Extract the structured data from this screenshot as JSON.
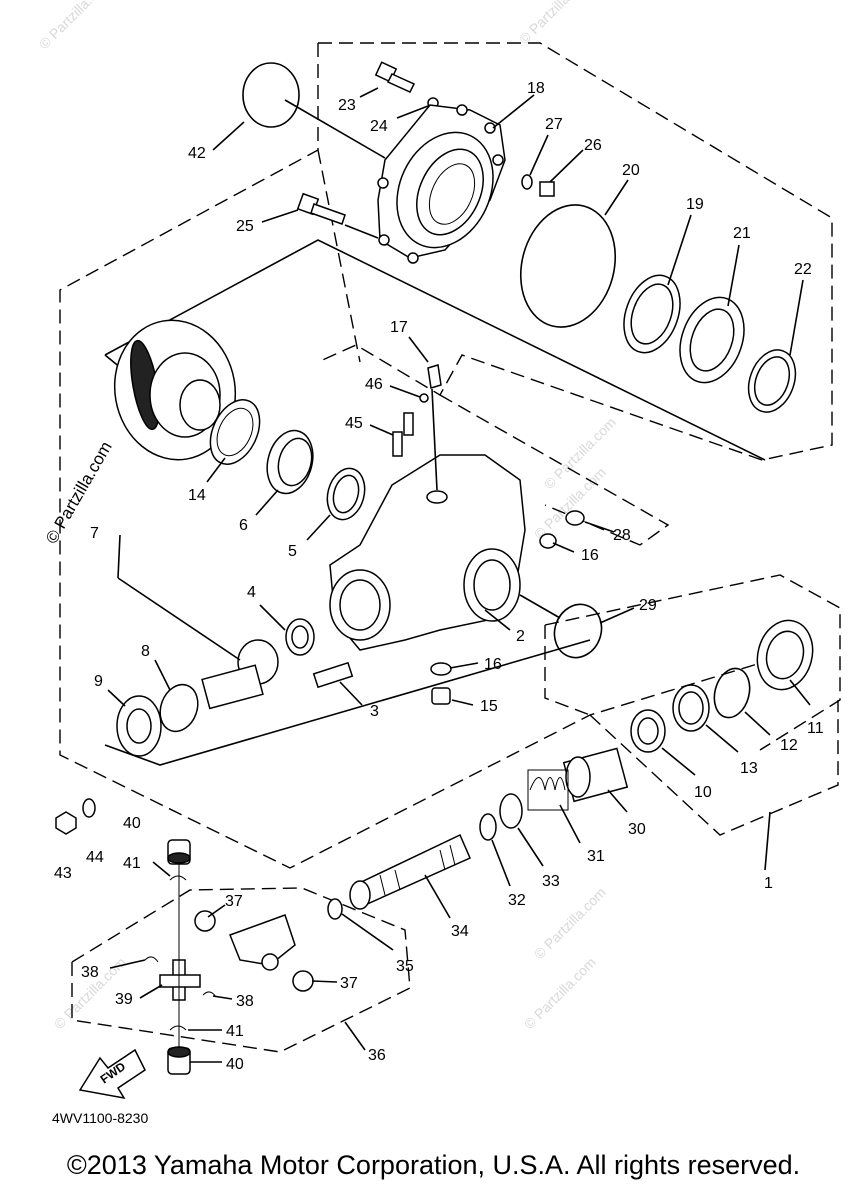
{
  "diagram": {
    "code": "4WV1100-8230",
    "copyright": "©2013 Yamaha Motor Corporation, U.S.A. All rights reserved.",
    "watermark": "© Partzilla.com",
    "fwd_label": "FWD",
    "callouts": {
      "c1": "1",
      "c2": "2",
      "c3": "3",
      "c4": "4",
      "c5": "5",
      "c6": "6",
      "c7": "7",
      "c8": "8",
      "c9": "9",
      "c10": "10",
      "c11": "11",
      "c12": "12",
      "c13": "13",
      "c14": "14",
      "c15": "15",
      "c16a": "16",
      "c16b": "16",
      "c17": "17",
      "c18": "18",
      "c19": "19",
      "c20": "20",
      "c21": "21",
      "c22": "22",
      "c23": "23",
      "c24": "24",
      "c25": "25",
      "c26": "26",
      "c27": "27",
      "c28": "28",
      "c29": "29",
      "c30": "30",
      "c31": "31",
      "c32": "32",
      "c33": "33",
      "c34": "34",
      "c35": "35",
      "c36": "36",
      "c37a": "37",
      "c37b": "37",
      "c38a": "38",
      "c38b": "38",
      "c39": "39",
      "c40a": "40",
      "c40b": "40",
      "c41a": "41",
      "c41b": "41",
      "c42": "42",
      "c43": "43",
      "c44": "44",
      "c45": "45",
      "c46": "46"
    }
  }
}
